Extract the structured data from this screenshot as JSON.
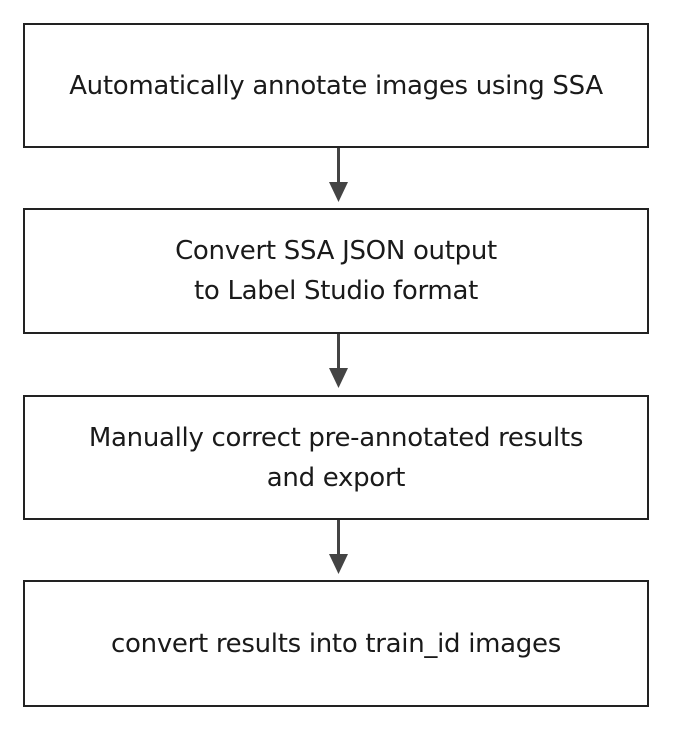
{
  "flowchart": {
    "steps": [
      {
        "lines": [
          "Automatically annotate images using SSA"
        ]
      },
      {
        "lines": [
          "Convert SSA JSON output",
          "to Label Studio format"
        ]
      },
      {
        "lines": [
          "Manually correct pre-annotated results",
          "and export"
        ]
      },
      {
        "lines": [
          "convert results into train_id images"
        ]
      }
    ],
    "connector_color": "#444444",
    "box_border_color": "#222222"
  }
}
